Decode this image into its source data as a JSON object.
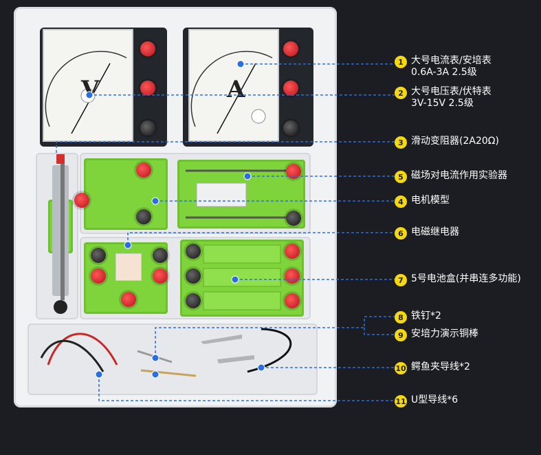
{
  "meters": {
    "voltmeter_letter": "V",
    "ammeter_letter": "A"
  },
  "callouts": [
    {
      "num": "1",
      "line1": "大号电流表/安培表",
      "line2": "0.6A-3A 2.5级"
    },
    {
      "num": "2",
      "line1": "大号电压表/伏特表",
      "line2": "3V-15V 2.5级"
    },
    {
      "num": "3",
      "line1": "滑动变阻器(2A20Ω)",
      "line2": ""
    },
    {
      "num": "5",
      "line1": "磁场对电流作用实验器",
      "line2": ""
    },
    {
      "num": "4",
      "line1": "电机模型",
      "line2": ""
    },
    {
      "num": "6",
      "line1": "电磁继电器",
      "line2": ""
    },
    {
      "num": "7",
      "line1": "5号电池盒(并串连多功能)",
      "line2": ""
    },
    {
      "num": "8",
      "line1": "铁钉*2",
      "line2": ""
    },
    {
      "num": "9",
      "line1": "安培力演示铜棒",
      "line2": ""
    },
    {
      "num": "10",
      "line1": "鳄鱼夹导线*2",
      "line2": ""
    },
    {
      "num": "11",
      "line1": "U型导线*6",
      "line2": ""
    }
  ],
  "colors": {
    "background": "#1b1d22",
    "tray": "#f1f2f4",
    "module_green": "#7ed43a",
    "leader_line": "#2a6fe0",
    "badge": "#f5d80f",
    "label_text": "#ffffff"
  }
}
